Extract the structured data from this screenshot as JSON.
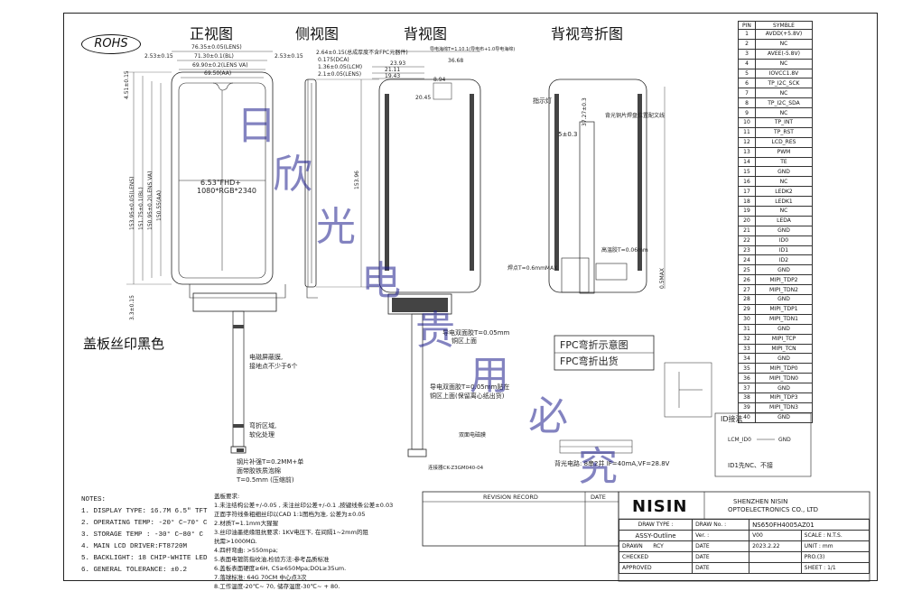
{
  "rohs": "ROHS",
  "views": {
    "front": "正视图",
    "side": "侧视图",
    "back": "背视图",
    "back_bend": "背视弯折图"
  },
  "front": {
    "lens_w": "76.35±0.05(LENS)",
    "bl_w": "71.30±0.1(BL)",
    "lens_va": "69.90±0.2(LENS VA)",
    "aa": "69.50(AA)",
    "left_margin": "2.53±0.15",
    "right_margin": "2.53±0.15",
    "top_margin": "4.51±0.15",
    "h_lens": "153.95±0.05(LENS)",
    "h_bl": "151.75±0.1(BL)",
    "h_va": "150.95±0.2(LENS VA)",
    "h_aa": "150.55(AA)",
    "bottom_margin": "3.3±0.15",
    "size": "6.53\"FHD+",
    "res": "1080*RGB*2340",
    "silk": "盖板丝印黑色",
    "shield_note_1": "电磁屏蔽膜,",
    "shield_note_2": "接地点不少于6个",
    "bend_note_1": "弯折区域,",
    "bend_note_2": "软化处理",
    "steel_note_1": "钢片补强T=0.2MM+单",
    "steel_note_2": "面带胶铁质泡棉",
    "steel_note_3": "T=0.5mm (压缩前)"
  },
  "side": {
    "t1": "2.64±0.15(总成厚度不含FPC元器件)",
    "t2": "0.175(DCA)",
    "t3": "1.36±0.05(LCM)",
    "t4": "2.1±0.05(LENS)"
  },
  "back": {
    "d1": "23.93",
    "d2": "21.11",
    "d3": "19.43",
    "d4": "36.68",
    "d5": "8.94",
    "d6": "20.45",
    "d7": "153.96",
    "fpc_note": "导电双面胶T=0.05mm",
    "fpc_note2": "铜区上面",
    "cond_note_1": "导电双面胶T=0.05mm贴在",
    "cond_note_2": "铜区上面(保留离心纸出货)",
    "film_note": "双面电磁膜",
    "conn": "连接器CK-Z3GM040-04",
    "top_note": "导电海绵T=1.10.1(导电布+1.0导电海绵)"
  },
  "bend": {
    "mark": "指示灯",
    "dim1": "37.27±0.3",
    "dim2": "5±0.3",
    "note1": "背光铜片焊盘位置配文线",
    "note2": "高温胶T=0.06mm",
    "note3": "焊点T=0.6mmMAX",
    "dim3": "0.5MAX",
    "bl": "背光电路: 8串2并 IF=40mA,VF=28.8V",
    "box1": "FPC弯折示意图",
    "box2": "FPC弯折出货",
    "id_title": "ID接法",
    "id_lcm": "LCM_ID0",
    "id_gnd": "GND",
    "id_note": "ID1先NC、不接"
  },
  "pins": {
    "header_pin": "PIN",
    "header_sym": "SYMBLE",
    "rows": [
      [
        "1",
        "AVDD(+5.8V)"
      ],
      [
        "2",
        "NC"
      ],
      [
        "3",
        "AVEE(-5.8V)"
      ],
      [
        "4",
        "NC"
      ],
      [
        "5",
        "IOVCC1.8V"
      ],
      [
        "6",
        "TP_I2C_SCK"
      ],
      [
        "7",
        "NC"
      ],
      [
        "8",
        "TP_I2C_SDA"
      ],
      [
        "9",
        "NC"
      ],
      [
        "10",
        "TP_INT"
      ],
      [
        "11",
        "TP_RST"
      ],
      [
        "12",
        "LCD_RES"
      ],
      [
        "13",
        "PWM"
      ],
      [
        "14",
        "TE"
      ],
      [
        "15",
        "GND"
      ],
      [
        "16",
        "NC"
      ],
      [
        "17",
        "LEDK2"
      ],
      [
        "18",
        "LEDK1"
      ],
      [
        "19",
        "NC"
      ],
      [
        "20",
        "LEDA"
      ],
      [
        "21",
        "GND"
      ],
      [
        "22",
        "ID0"
      ],
      [
        "23",
        "ID1"
      ],
      [
        "24",
        "ID2"
      ],
      [
        "25",
        "GND"
      ],
      [
        "26",
        "MIPI_TDP2"
      ],
      [
        "27",
        "MIPI_TDN2"
      ],
      [
        "28",
        "GND"
      ],
      [
        "29",
        "MIPI_TDP1"
      ],
      [
        "30",
        "MIPI_TDN1"
      ],
      [
        "31",
        "GND"
      ],
      [
        "32",
        "MIPI_TCP"
      ],
      [
        "33",
        "MIPI_TCN"
      ],
      [
        "34",
        "GND"
      ],
      [
        "35",
        "MIPI_TDP0"
      ],
      [
        "36",
        "MIPI_TDN0"
      ],
      [
        "37",
        "GND"
      ],
      [
        "38",
        "MIPI_TDP3"
      ],
      [
        "39",
        "MIPI_TDN3"
      ],
      [
        "40",
        "GND"
      ]
    ]
  },
  "notes": {
    "title": "NOTES:",
    "items": [
      "1. DISPLAY TYPE: 16.7M  6.5\" TFT",
      "2. OPERATING TEMP: -20° C~70° C",
      "3. STORAGE TEMP : -30° C~80° C",
      "4. MAIN LCD DRIVER:FT8720M",
      "5. BACKLIGHT: 18 CHIP-WHITE LED",
      "6. GENERAL TOLERANCE: ±0.2"
    ]
  },
  "requirements": {
    "title": "盖板要求:",
    "items": [
      "1.未注结构公差+/-0.05 , 未注丝印公差+/-0.1 ,按键线条公差±0.03",
      "正面字符线条粗细丝印以CAD 1:1图档为准, 公差为±0.05",
      "2.材质T=1.1mm大猩猩",
      "3.丝印油墨绝缘阻抗要求: 1KV电压下, 在间隔1~2mm的阻",
      "抗需>1000MΩ.",
      "4.四杆弯曲: >550mpa;",
      "5.表面电镀防指纹油,检验方法:参考品质标准",
      "6.盖板表面硬度≥6H, CS≥650Mpa;DOL≥35um.",
      "7.落球标准: 64G  70CM 中心点3次",
      "8.工作温度-20℃~ 70, 储存温度-30℃~ + 80."
    ]
  },
  "revision": {
    "title": "REVISION RECORD",
    "date": "DATE"
  },
  "titleblock": {
    "logo": "NISIN",
    "company1": "SHENZHEN NISIN",
    "company2": "OPTOELECTRONICS CO., LTD",
    "draw_type_label": "DRAW TYPE :",
    "draw_type": "ASSY-Outline",
    "draw_no_label": "DRAW No. :",
    "draw_no": "NS650FH4005AZ01",
    "ver_label": "Ver. :",
    "ver": "V00",
    "scale_label": "SCALE :",
    "scale": "N.T.S.",
    "drawn_label": "DRAWN",
    "drawn": "RCY",
    "date_label": "DATE",
    "date": "2023.2.22",
    "unit_label": "UNIT :",
    "unit": "mm",
    "checked_label": "CHECKED",
    "proj_label": "PRO.(3)",
    "approved_label": "APPROVED",
    "sheet_label": "SHEET :",
    "sheet": "1/1"
  },
  "watermark": [
    "日",
    "欣",
    "光",
    "电",
    "贵",
    "用",
    "必",
    "究"
  ]
}
